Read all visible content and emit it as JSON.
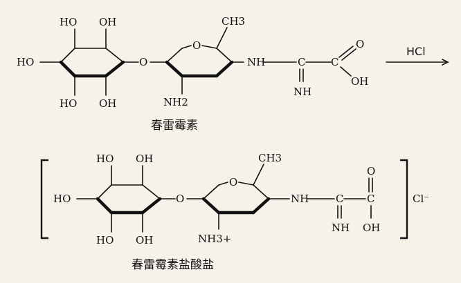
{
  "reaction": {
    "reagent": "HCl",
    "reactant_caption": "春雷霉素",
    "product_caption": "春雷霉素盐酸盐",
    "counter_ion": "Cl⁻"
  },
  "labels": {
    "ho": "HO",
    "oh": "OH",
    "o": "O",
    "ch3": "CH3",
    "nh": "NH",
    "c": "C",
    "nh2": "NH2",
    "nh3_plus": "NH3+"
  }
}
